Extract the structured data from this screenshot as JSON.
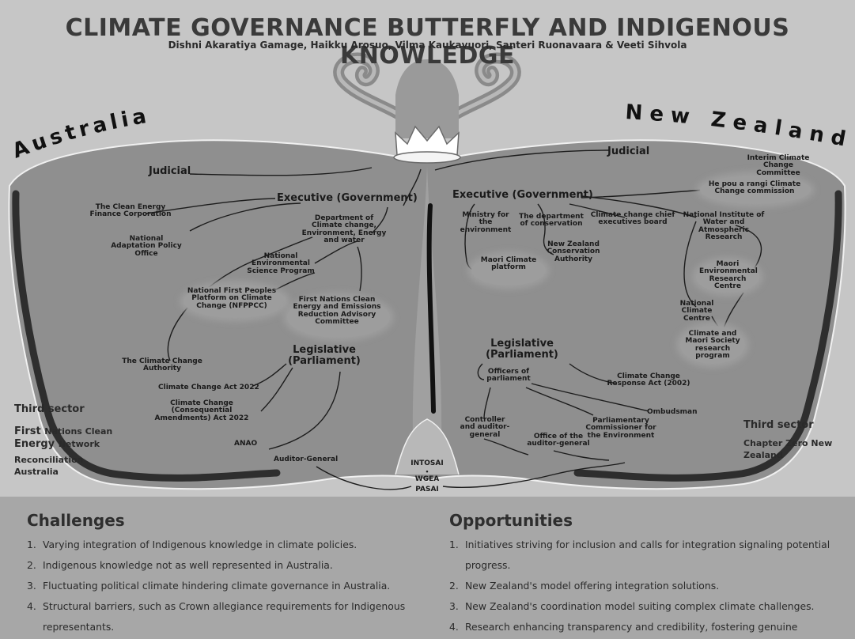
{
  "title": "CLIMATE GOVERNANCE BUTTERFLY AND INDIGENOUS KNOWLEDGE",
  "authors": "Dishni Akaratiya Gamage, Haikku Arosuo, Vilma Kaukavuori, Santeri Ruonavaara & Veeti Sihvola",
  "countries": {
    "left": "Australia",
    "right": "New Zealand"
  },
  "australia": {
    "judicial": "Judicial",
    "executive": "Executive (Government)",
    "clean_energy_finance": "The Clean Energy Finance Corporation",
    "adaptation_office": "National Adaptation Policy Office",
    "department": "Department of Climate change, Environment, Energy and water",
    "env_science": "National Environmental Science Program",
    "first_peoples_platform": "National First Peoples Platform on Climate Change (NFPPCC)",
    "first_nations_committee": "First Nations Clean Energy and Emissions Reduction Advisory Committee",
    "climate_change_authority": "The Climate Change Authority",
    "legislative": "Legislative (Parliament)",
    "cc_act": "Climate Change Act 2022",
    "cc_consequential": "Climate Change (Consequential Amendments) Act 2022",
    "anao": "ANAO",
    "auditor_general": "Auditor-General"
  },
  "new_zealand": {
    "judicial": "Judicial",
    "executive": "Executive (Government)",
    "interim_committee": "Interim Climate Change Committee",
    "he_pou": "He pou a rangi Climate Change commission",
    "ministry": "Ministry for the environment",
    "conservation_dept": "The department of conservation",
    "chief_execs": "Climate change chief executives board",
    "niwa": "National Institute of Water and Atmospheric Research",
    "conservation_authority": "New Zealand Conservation Authority",
    "maori_platform": "Maori Climate platform",
    "maori_env_centre": "Maori Environmental Research Centre",
    "national_climate_centre": "National Climate Centre",
    "maori_society_program": "Climate and Maori Society research program",
    "legislative": "Legislative (Parliament)",
    "officers": "Officers of parliament",
    "response_act": "Climate Change Response Act (2002)",
    "ombudsman": "Ombudsman",
    "controller": "Controller and auditor-general",
    "commissioner": "Parliamentary Commissioner for the Environment",
    "office_auditor": "Office of the auditor-general"
  },
  "intl": [
    "INTOSAI",
    "WGEA",
    "PASAI"
  ],
  "third_sector_left": {
    "heading": "Third sector",
    "org1_line1_a": "First",
    "org1_line1_b": "Nations Clean",
    "org1_line2_a": "Energy",
    "org1_line2_b": "Network",
    "org2_line1": "Reconciliation",
    "org2_line2": "Australia"
  },
  "third_sector_right": {
    "heading": "Third sector",
    "org_line1": "Chapter Zero New",
    "org_line2": "Zealand"
  },
  "challenges": {
    "heading": "Challenges",
    "items": [
      {
        "num": "1.",
        "lines": [
          "Varying integration of Indigenous knowledge in climate policies."
        ]
      },
      {
        "num": "2.",
        "lines": [
          "Indigenous knowledge not as well represented in Australia."
        ]
      },
      {
        "num": "3.",
        "lines": [
          "Fluctuating political climate hindering climate governance in Australia."
        ]
      },
      {
        "num": "4.",
        "lines": [
          "Structural barriers, such as Crown allegiance requirements for Indigenous",
          "representants."
        ]
      }
    ]
  },
  "opportunities": {
    "heading": "Opportunities",
    "items": [
      {
        "num": "1.",
        "lines": [
          "Initiatives striving for inclusion and calls for integration signaling potential",
          "progress."
        ]
      },
      {
        "num": "2.",
        "lines": [
          "New Zealand's model offering integration solutions."
        ]
      },
      {
        "num": "3.",
        "lines": [
          "New Zealand's coordination model suiting complex climate challenges."
        ]
      },
      {
        "num": "4.",
        "lines": [
          "Research enhancing transparency and credibility, fostering genuine collaboration."
        ]
      }
    ]
  }
}
